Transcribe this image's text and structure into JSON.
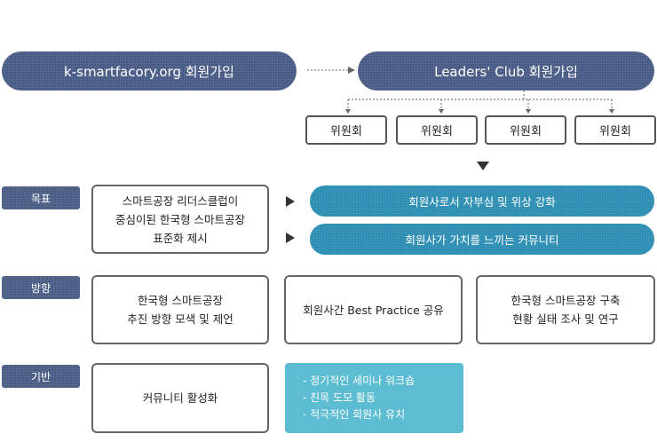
{
  "membership": {
    "ksmart_label": "k-smartfacory.org 회원가입",
    "leaders_label": "Leaders' Club 회원가입",
    "committees": [
      "위원회",
      "위원회",
      "위원회",
      "위원회"
    ]
  },
  "rows": {
    "goal": {
      "tag": "목표",
      "box_lines": [
        "스마트공장 리더스클럽이",
        "중심이된 한국형 스마트공장",
        "표준화 제시"
      ],
      "outcomes": [
        "회원사로서 자부심 및 위상 강화",
        "회원사가 가치를 느끼는 커뮤니티"
      ]
    },
    "direction": {
      "tag": "방향",
      "box1_lines": [
        "한국형 스마트공장",
        "추진 방향 모색 및 제언"
      ],
      "box2_lines": [
        "회원사간 Best Practice 공유"
      ],
      "box3_lines": [
        "한국형 스마트공장 구축",
        "현황 실태 조사 및 연구"
      ]
    },
    "base": {
      "tag": "기반",
      "box_lines": [
        "커뮤니티 활성화"
      ],
      "activities": [
        "- 정기적인 세미나 워크숍",
        "- 친목 도모 활동",
        "- 적극적인 회원사 유치"
      ]
    }
  },
  "colors": {
    "navy": "#4a5d86",
    "teal": "#2f8fb4",
    "light_teal": "#5cbcd2"
  }
}
